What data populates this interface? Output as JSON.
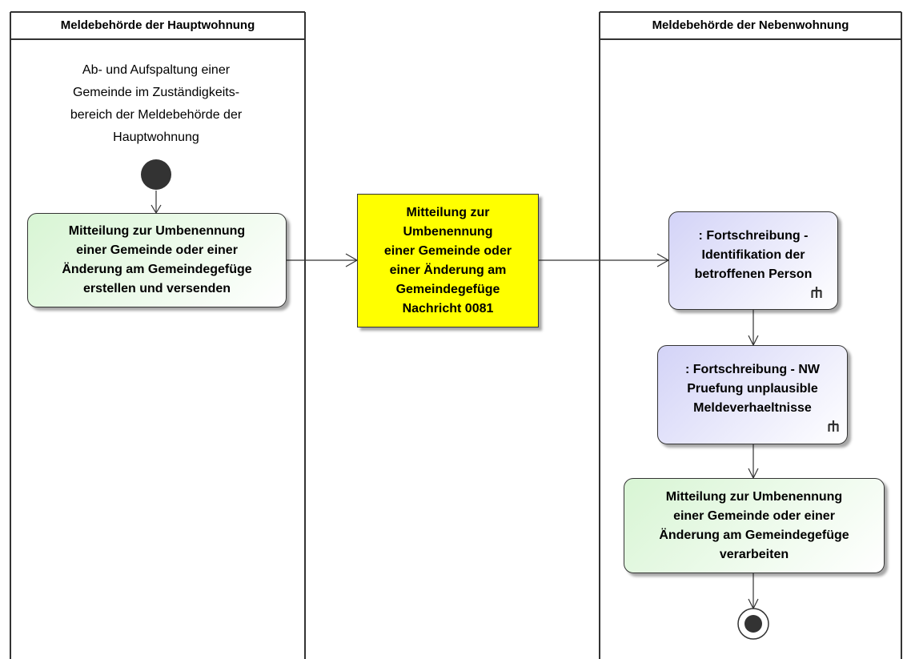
{
  "lanes": [
    {
      "title": "Meldebehörde der Hauptwohnung"
    },
    {
      "title": ""
    },
    {
      "title": "Meldebehörde der Nebenwohnung"
    }
  ],
  "start_note": "Ab- und Aufspaltung einer\nGemeinde im Zuständigkeits-\nbereich der Meldebehörde der\nHauptwohnung",
  "nodes": {
    "send_action": "Mitteilung zur Umbenennung\neiner Gemeinde oder einer\nÄnderung am Gemeindegefüge\nerstellen und versenden",
    "message_object": "Mitteilung zur\nUmbenennung\neiner Gemeinde oder\neiner Änderung am\nGemeindegefüge\nNachricht 0081",
    "identify_activity": ": Fortschreibung -\nIdentifikation der\nbetroffenen Person",
    "check_activity": ": Fortschreibung - NW\nPruefung unplausible\nMeldeverhaeltnisse",
    "process_action": "Mitteilung zur Umbenennung\neiner Gemeinde oder einer\nÄnderung am Gemeindegefüge\nverarbeiten"
  },
  "colors": {
    "green_action": "#d8f5d4",
    "blue_activity": "#d3d3f7",
    "message_object": "#ffff00",
    "line": "#333333"
  }
}
